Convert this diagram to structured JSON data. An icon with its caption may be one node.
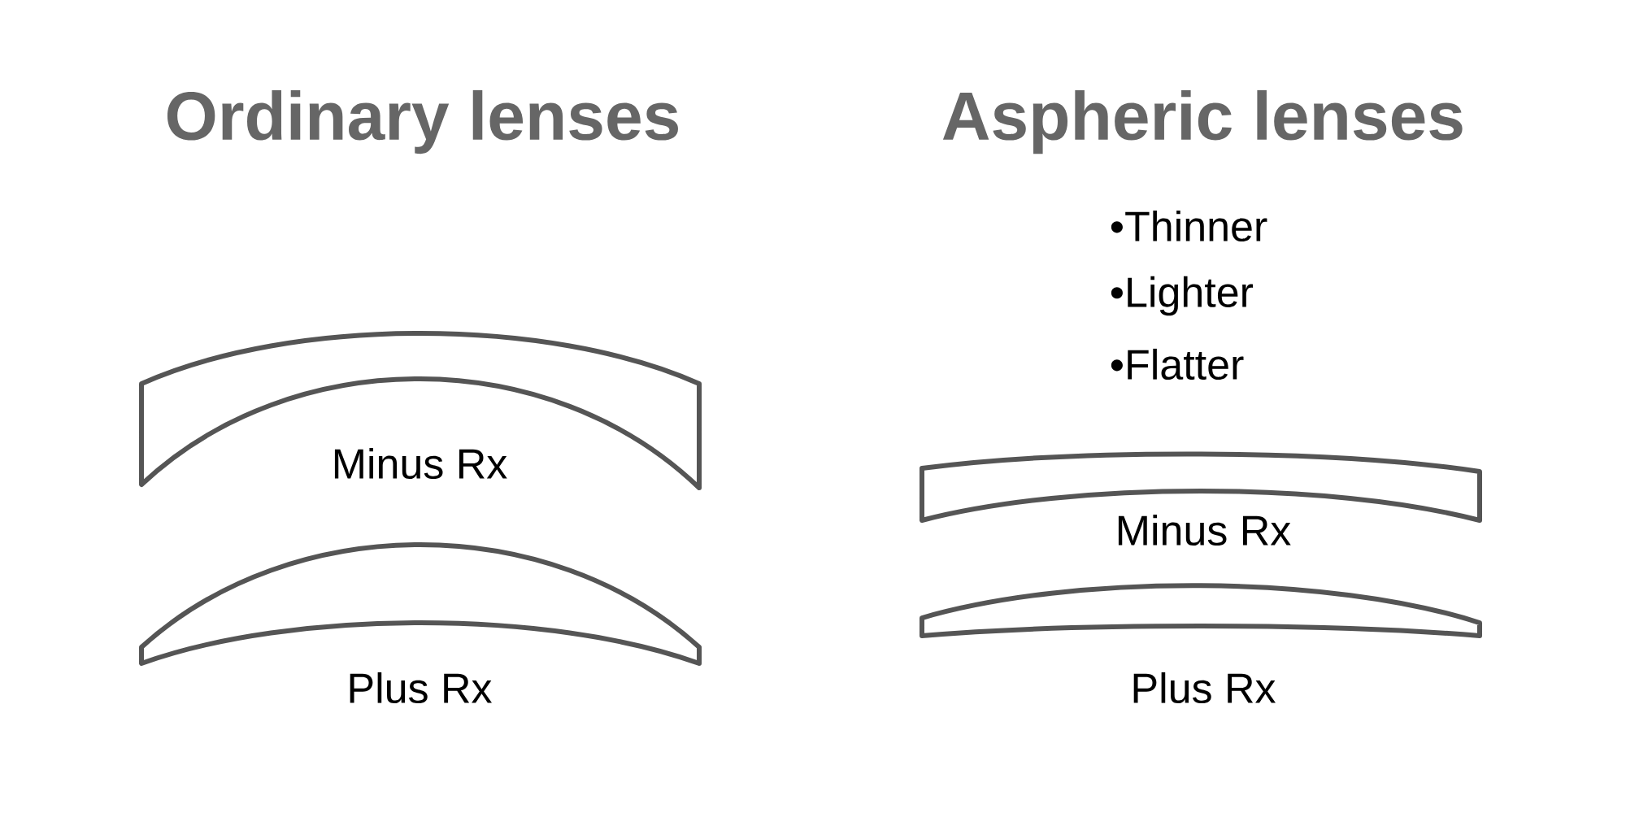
{
  "diagram": {
    "labels": [
      "Ordinary lenses",
      "Aspheric lenses",
      "•Thinner",
      "•Lighter",
      "•Flatter",
      "Minus Rx",
      "Minus Rx",
      "Plus Rx",
      "Plus Rx"
    ]
  }
}
